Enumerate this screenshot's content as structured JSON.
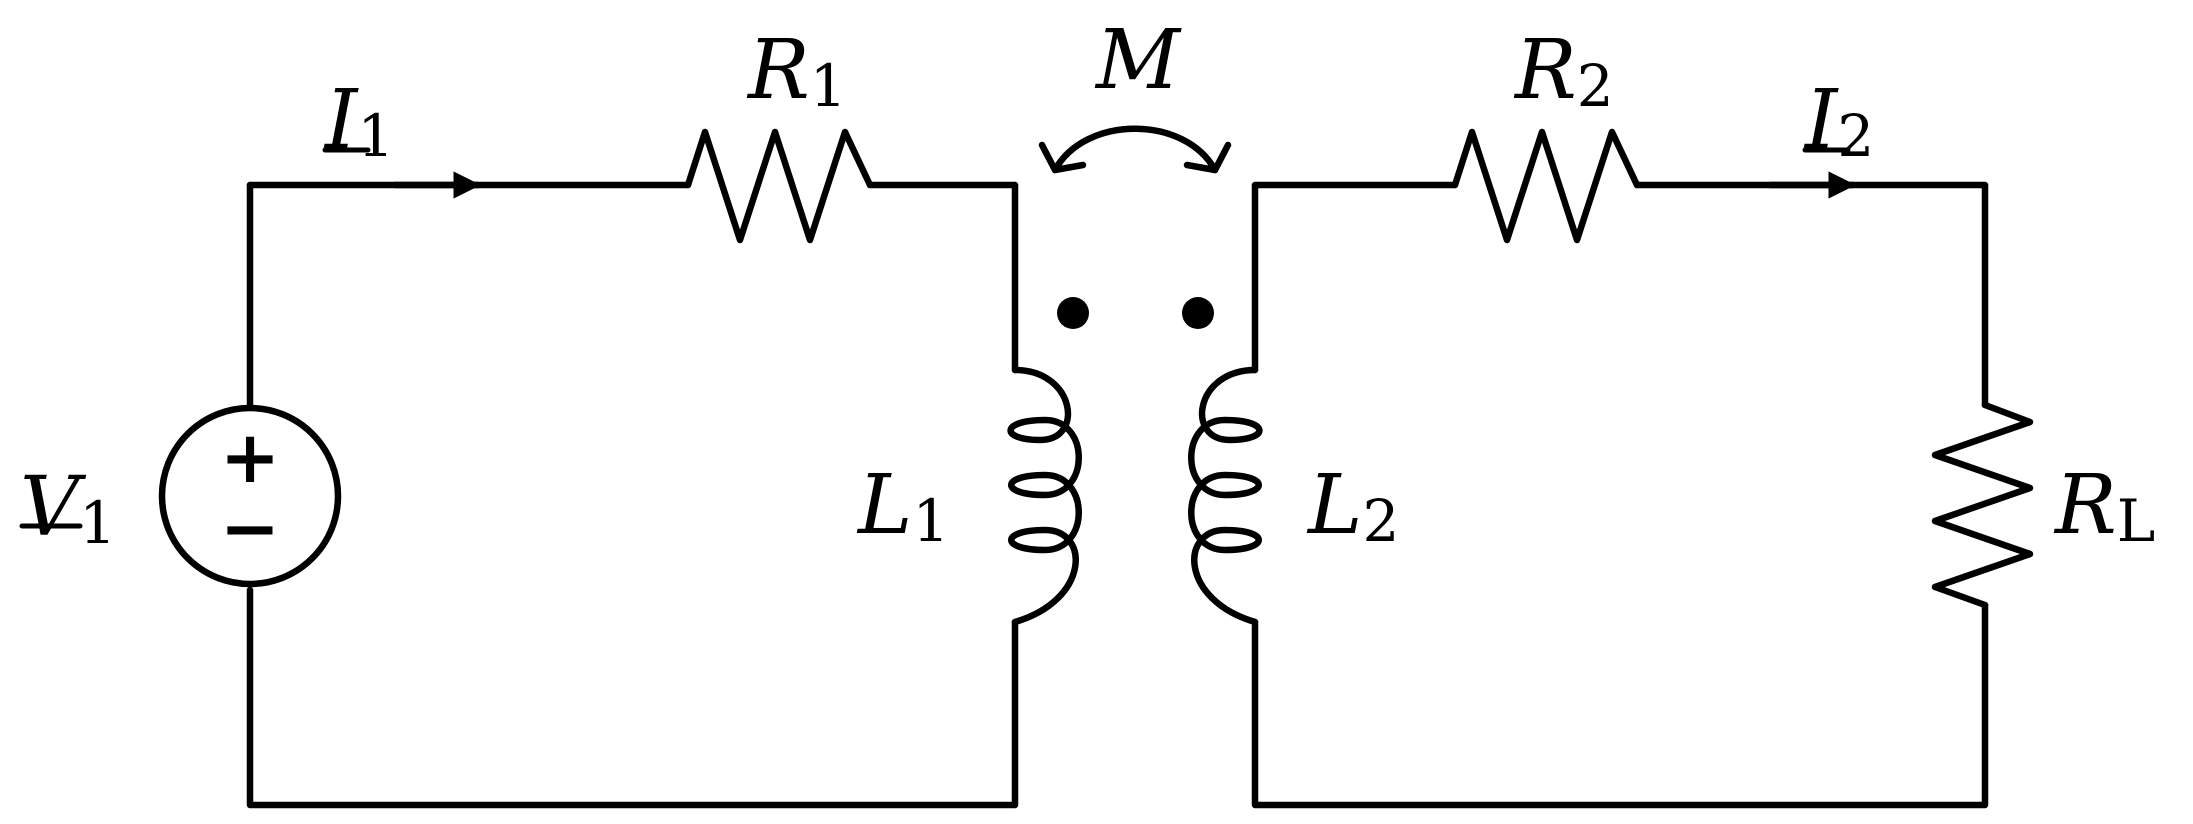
{
  "diagram": {
    "labels": {
      "source": {
        "main": "V",
        "sub": "1"
      },
      "current1": {
        "main": "I",
        "sub": "1"
      },
      "current2": {
        "main": "I",
        "sub": "2"
      },
      "r1": {
        "main": "R",
        "sub": "1"
      },
      "r2": {
        "main": "R",
        "sub": "2"
      },
      "l1": {
        "main": "L",
        "sub": "1"
      },
      "l2": {
        "main": "L",
        "sub": "2"
      },
      "mutual": {
        "main": "M"
      },
      "load": {
        "main": "R",
        "sub": "L"
      }
    },
    "source_signs": {
      "plus": "+",
      "minus": "−"
    },
    "colors": {
      "stroke": "#000000",
      "background": "#ffffff"
    }
  }
}
